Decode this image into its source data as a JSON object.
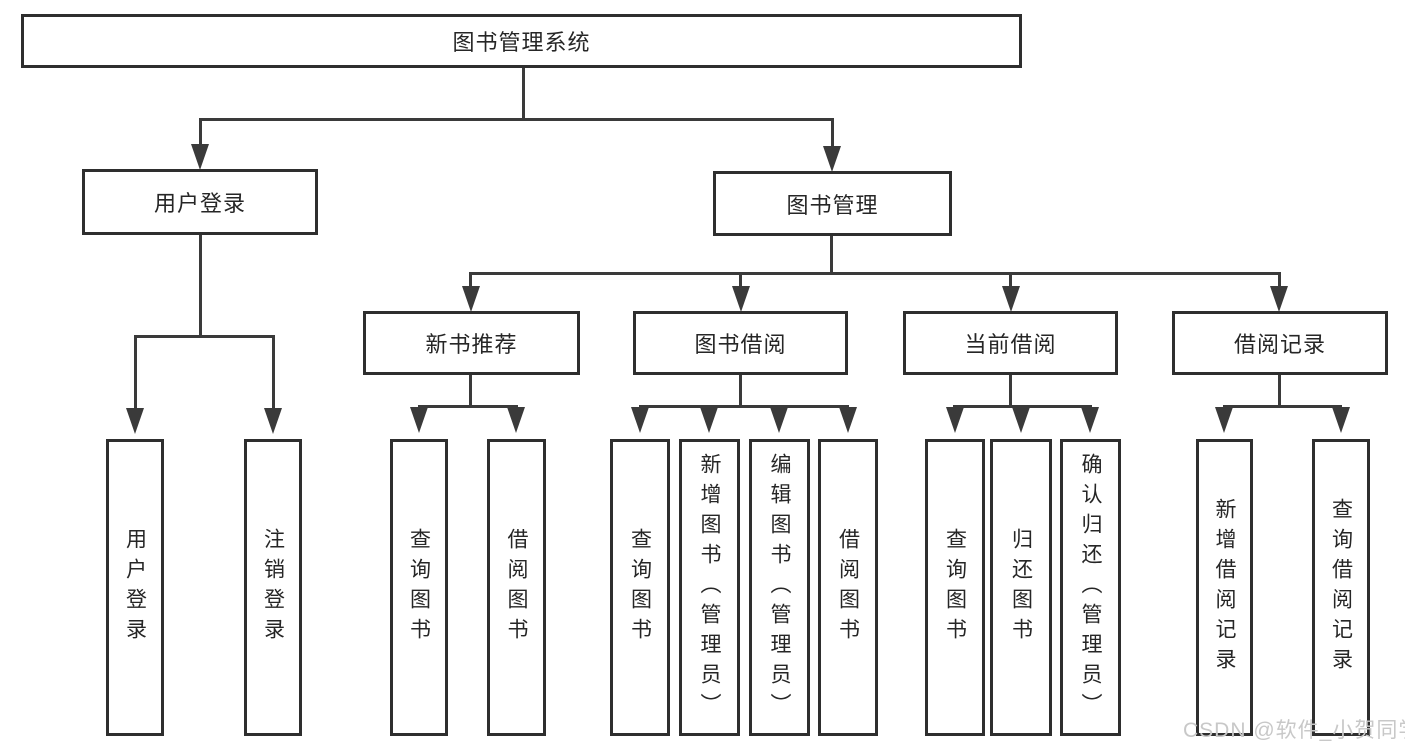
{
  "tree": {
    "root": "图书管理系统",
    "branches": [
      {
        "label": "用户登录",
        "children": [
          "用户登录",
          "注销登录"
        ]
      },
      {
        "label": "图书管理",
        "sections": [
          {
            "label": "新书推荐",
            "children": [
              "查询图书",
              "借阅图书"
            ]
          },
          {
            "label": "图书借阅",
            "children": [
              "查询图书",
              "新增图书（管理员）",
              "编辑图书（管理员）",
              "借阅图书"
            ]
          },
          {
            "label": "当前借阅",
            "children": [
              "查询图书",
              "归还图书",
              "确认归还（管理员）"
            ]
          },
          {
            "label": "借阅记录",
            "children": [
              "新增借阅记录",
              "查询借阅记录"
            ]
          }
        ]
      }
    ]
  },
  "colors": {
    "line": "#3a3a3a",
    "box_border": "#2e2e2e",
    "text": "#262626",
    "watermark": "#c8c8c8",
    "background": "#ffffff"
  },
  "watermark": {
    "text": "CSDN @软件_小贺同学"
  }
}
